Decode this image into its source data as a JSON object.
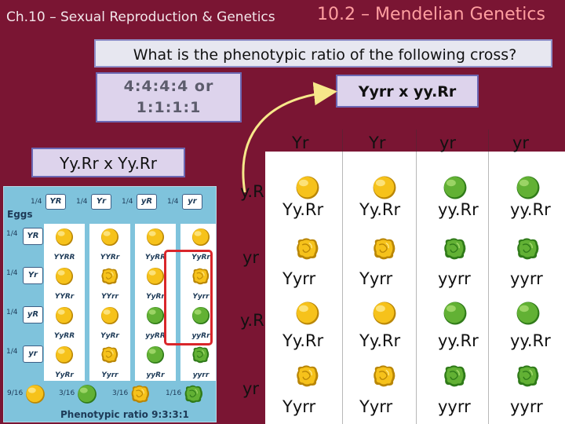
{
  "header": {
    "chapter": "Ch.10 – Sexual Reproduction & Genetics",
    "section": "10.2 – Mendelian Genetics"
  },
  "question": "What is the phenotypic ratio of the following cross?",
  "answer": {
    "line1": "4:4:4:4 or",
    "line2": "1:1:1:1"
  },
  "cross_main": "Yyrr x yy.Rr",
  "cross_ref": "Yy.Rr x Yy.Rr",
  "punnett": {
    "col_headers": [
      "Yr",
      "Yr",
      "yr",
      "yr"
    ],
    "row_headers": [
      "y.R",
      "yr",
      "y.R",
      "yr"
    ],
    "rows": [
      [
        "Yy.Rr",
        "Yy.Rr",
        "yy.Rr",
        "yy.Rr"
      ],
      [
        "Yyrr",
        "Yyrr",
        "yyrr",
        "yyrr"
      ],
      [
        "Yy.Rr",
        "Yy.Rr",
        "yy.Rr",
        "yy.Rr"
      ],
      [
        "Yyrr",
        "Yyrr",
        "yyrr",
        "yyrr"
      ]
    ],
    "seeds": [
      [
        "yellow-round",
        "yellow-round",
        "green-round",
        "green-round"
      ],
      [
        "yellow-wrinkled",
        "yellow-wrinkled",
        "green-wrinkled",
        "green-wrinkled"
      ],
      [
        "yellow-round",
        "yellow-round",
        "green-round",
        "green-round"
      ],
      [
        "yellow-wrinkled",
        "yellow-wrinkled",
        "green-wrinkled",
        "green-wrinkled"
      ]
    ]
  },
  "figure": {
    "eggs_label": "Eggs",
    "top_fracs": [
      "1/4",
      "1/4",
      "1/4",
      "1/4"
    ],
    "top_gametes": [
      "YR",
      "Yr",
      "yR",
      "yr"
    ],
    "side_fracs": [
      "1/4",
      "1/4",
      "1/4",
      "1/4"
    ],
    "side_gametes": [
      "YR",
      "Yr",
      "yR",
      "yr"
    ],
    "cells": [
      [
        "YYRR",
        "YYRr",
        "YyRR",
        "YyRr"
      ],
      [
        "YYRr",
        "YYrr",
        "YyRr",
        "Yyrr"
      ],
      [
        "YyRR",
        "YyRr",
        "yyRR",
        "yyRr"
      ],
      [
        "YyRr",
        "Yyrr",
        "yyRr",
        "yyrr"
      ]
    ],
    "cell_seeds": [
      [
        "yellow-round",
        "yellow-round",
        "yellow-round",
        "yellow-round"
      ],
      [
        "yellow-round",
        "yellow-wrinkled",
        "yellow-round",
        "yellow-wrinkled"
      ],
      [
        "yellow-round",
        "yellow-round",
        "green-round",
        "green-round"
      ],
      [
        "yellow-round",
        "yellow-wrinkled",
        "green-round",
        "green-wrinkled"
      ]
    ],
    "bottom_fracs": [
      "9/16",
      "3/16",
      "3/16",
      "1/16"
    ],
    "bottom_seeds": [
      "yellow-round",
      "green-round",
      "yellow-wrinkled",
      "green-wrinkled"
    ],
    "phenotypic_ratio_label": "Phenotypic ratio 9:3:3:1"
  },
  "colors": {
    "background": "#7a1533",
    "section_title": "#ff9fa0",
    "highlight_rect": "#d9262b",
    "arrow": "#f7e88a"
  }
}
